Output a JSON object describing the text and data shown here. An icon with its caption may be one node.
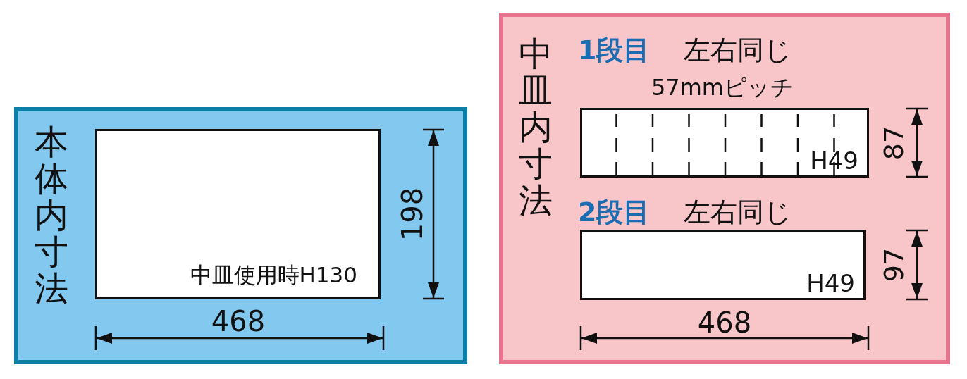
{
  "diagram": {
    "nodes": [
      {
        "text": [
          "本体内寸法"
        ]
      },
      {
        "text": [
          "中皿使用時H130"
        ],
        "in": 0
      },
      {
        "text": [
          "中皿内寸法"
        ]
      },
      {
        "text": [
          "H49"
        ],
        "in": 2
      },
      {
        "text": [
          "H49"
        ],
        "in": 2
      }
    ],
    "labels": [
      "198",
      "468",
      "1段目",
      "左右同じ",
      "57mmピッチ",
      "87",
      "2段目",
      "左右同じ",
      "97",
      "468"
    ]
  }
}
